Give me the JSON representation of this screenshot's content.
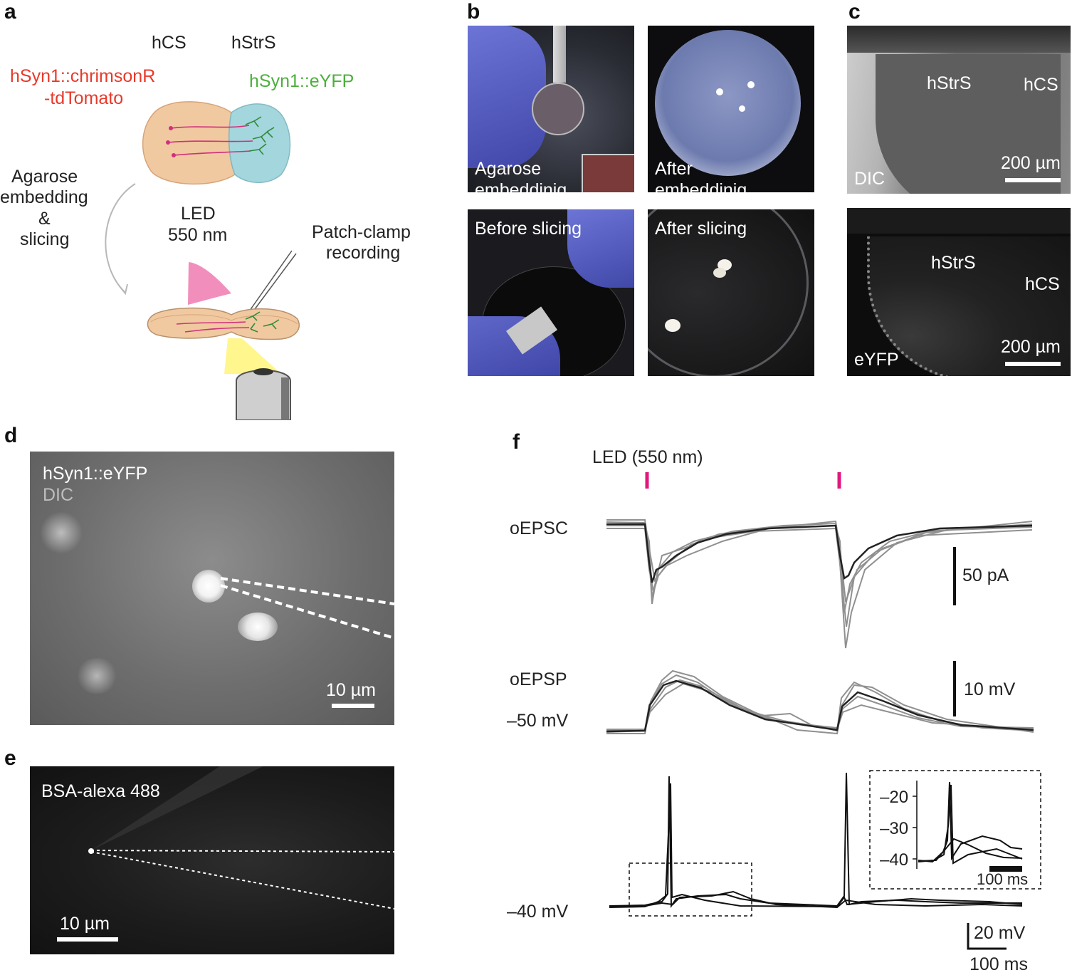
{
  "panel_labels": {
    "a": "a",
    "b": "b",
    "c": "c",
    "d": "d",
    "e": "e",
    "f": "f"
  },
  "panel_a": {
    "hcs": "hCS",
    "hstrs": "hStrS",
    "construct_red_line1": "hSyn1::chrimsonR",
    "construct_red_line2": "-tdTomato",
    "construct_green": "hSyn1::eYFP",
    "step_line1": "Agarose",
    "step_line2": "embedding",
    "step_line3": "&",
    "step_line4": "slicing",
    "led_line1": "LED",
    "led_line2": "550 nm",
    "patch_line1": "Patch-clamp",
    "patch_line2": "recording",
    "colors": {
      "red": "#e8392a",
      "green": "#4caf3c",
      "organoid_tan": "#f0c9a0",
      "organoid_teal": "#9fd4dc",
      "led_pink": "#f07ab0",
      "light_yellow": "#fff47a"
    }
  },
  "panel_b": {
    "photo1_line1": "Agarose",
    "photo1_line2": "embeddinig",
    "photo2_line1": "After",
    "photo2_line2": "embeddinig",
    "photo3": "Before slicing",
    "photo4": "After slicing"
  },
  "panel_c": {
    "top_region1": "hStrS",
    "top_region2": "hCS",
    "top_mode": "DIC",
    "top_scale": "200 µm",
    "bottom_region1": "hStrS",
    "bottom_region2": "hCS",
    "bottom_mode": "eYFP",
    "bottom_scale": "200 µm"
  },
  "panel_d": {
    "label1": "hSyn1::eYFP",
    "label2": "DIC",
    "scale": "10 µm"
  },
  "panel_e": {
    "label": "BSA-alexa 488",
    "scale": "10 µm"
  },
  "panel_f": {
    "led_label": "LED (550 nm)",
    "oepsc_label": "oEPSC",
    "oepsc_scale": "50 pA",
    "oepsp_label": "oEPSP",
    "oepsp_scale": "10 mV",
    "oepsp_vm": "–50 mV",
    "spike_vm": "–40 mV",
    "scale_v": "20 mV",
    "scale_t": "100 ms",
    "inset_ticks": [
      "–20",
      "–30",
      "–40"
    ],
    "inset_scale": "100 ms",
    "colors": {
      "led_mark": "#e0187e",
      "mean_trace": "#222222",
      "trials": "#909090"
    }
  }
}
